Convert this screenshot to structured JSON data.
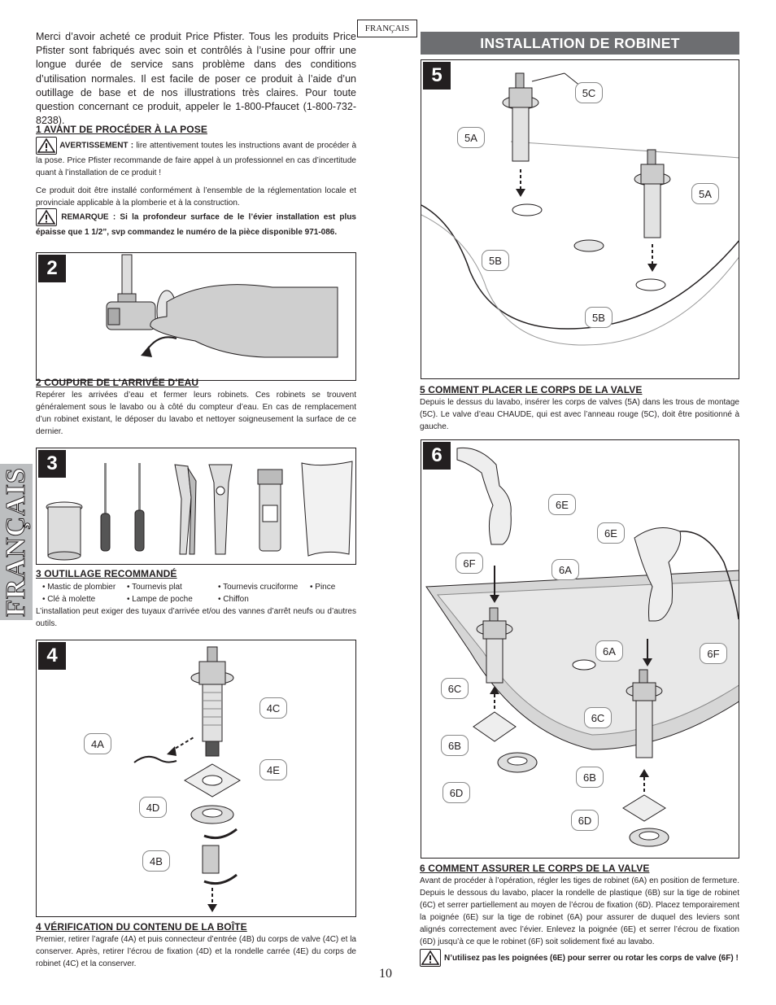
{
  "language_tag": "FRANÇAIS",
  "sidebar_label": "FRANÇAIS",
  "intro": "Merci d’avoir acheté ce produit Price Pfister. Tous les produits Price Pfister sont fabriqués avec soin et contrôlés à l’usine pour offrir une longue durée de service sans problème dans des conditions d’utilisation normales. Il est facile de poser ce produit à l’aide d’un outillage de base et de nos illustrations très claires. Pour toute question concernant ce produit, appeler le 1-800-Pfaucet (1-800-732-8238).",
  "section1": {
    "heading": "1  AVANT DE PROCÉDER À LA POSE",
    "warning_label": "AVERTISSEMENT :",
    "warning_text": "lire attentivement toutes les instructions avant de procéder à la pose. Price Pfister recommande de faire appel à un professionnel en cas d’incertitude quant à l’installation de ce produit !",
    "code_text": "Ce produit doit être installé conformément à l’ensemble de la réglementation locale et provinciale applicable à la plomberie et à la construction.",
    "note_text": "REMARQUE : Si la profondeur surface de le l’évier installation est plus épaisse que 1 1/2”, svp commandez le numéro de la pièce disponible 971-086."
  },
  "fig2": {
    "number": "2"
  },
  "section2": {
    "heading": "2  COUPURE DE L’ARRIVÉE D’EAU",
    "text": "Repérer les arrivées d’eau et fermer leurs robinets. Ces robinets se trouvent généralement sous le lavabo ou à côté du compteur d’eau. En cas de remplacement d’un robinet existant, le déposer du lavabo et nettoyer soigneusement la surface de ce dernier."
  },
  "fig3": {
    "number": "3"
  },
  "section3": {
    "heading": "3  OUTILLAGE RECOMMANDÉ",
    "tools_row1": [
      "• Mastic de plombier",
      "• Tournevis plat",
      "• Tournevis cruciforme",
      "• Pince"
    ],
    "tools_row2": [
      "• Clé à molette",
      "• Lampe de poche",
      "• Chiffon"
    ],
    "text": "L’installation peut exiger des tuyaux d’arrivée et/ou des vannes d’arrêt neufs ou d’autres outils."
  },
  "fig4": {
    "number": "4",
    "labels": {
      "c": "4C",
      "a": "4A",
      "e": "4E",
      "d": "4D",
      "b": "4B"
    }
  },
  "section4": {
    "heading": "4  VÉRIFICATION DU CONTENU DE LA BOÎTE",
    "text": "Premier, retirer l’agrafe (4A) et puis connecteur d’entrée (4B) du corps de valve (4C) et la conserver.  Après, retirer l’écrou de fixation (4D) et la rondelle carrée (4E) du corps de robinet (4C) et la conserver."
  },
  "banner": "INSTALLATION DE ROBINET",
  "fig5": {
    "number": "5",
    "labels": {
      "c": "5C",
      "a1": "5A",
      "a2": "5A",
      "b1": "5B",
      "b2": "5B"
    }
  },
  "section5": {
    "heading": "5  COMMENT PLACER LE CORPS DE LA VALVE",
    "text": "Depuis le dessus du lavabo, insérer les corps de valves (5A) dans les trous de montage (5C). Le valve d’eau CHAUDE, qui est avec l’anneau rouge (5C), doit être positionné à gauche."
  },
  "fig6": {
    "number": "6",
    "labels": {
      "e1": "6E",
      "e2": "6E",
      "f1": "6F",
      "a1": "6A",
      "a2": "6A",
      "f2": "6F",
      "c1": "6C",
      "c2": "6C",
      "b1": "6B",
      "b2": "6B",
      "d1": "6D",
      "d2": "6D"
    }
  },
  "section6": {
    "heading": "6  COMMENT ASSURER LE CORPS DE LA VALVE",
    "text": "Avant de procéder à l’opération, régler les tiges de robinet (6A) en position de fermeture. Depuis le dessous du lavabo, placer la rondelle de plastique (6B) sur la tige de robinet (6C) et serrer partiellement  au moyen de l’écrou de fixation (6D). Placez temporairement la poignée (6E) sur la tige de robinet (6A) pour assurer de duquel des leviers sont alignés correctement avec l’évier. Enlevez la poignée (6E) et serrer l’écrou de fixation (6D) jusqu’à ce que le robinet (6F) soit solidement fixé au lavabo.",
    "warning": "N’utilisez pas les poignées (6E) pour serrer ou rotar les corps de valve (6F) !"
  },
  "page_number": "10"
}
